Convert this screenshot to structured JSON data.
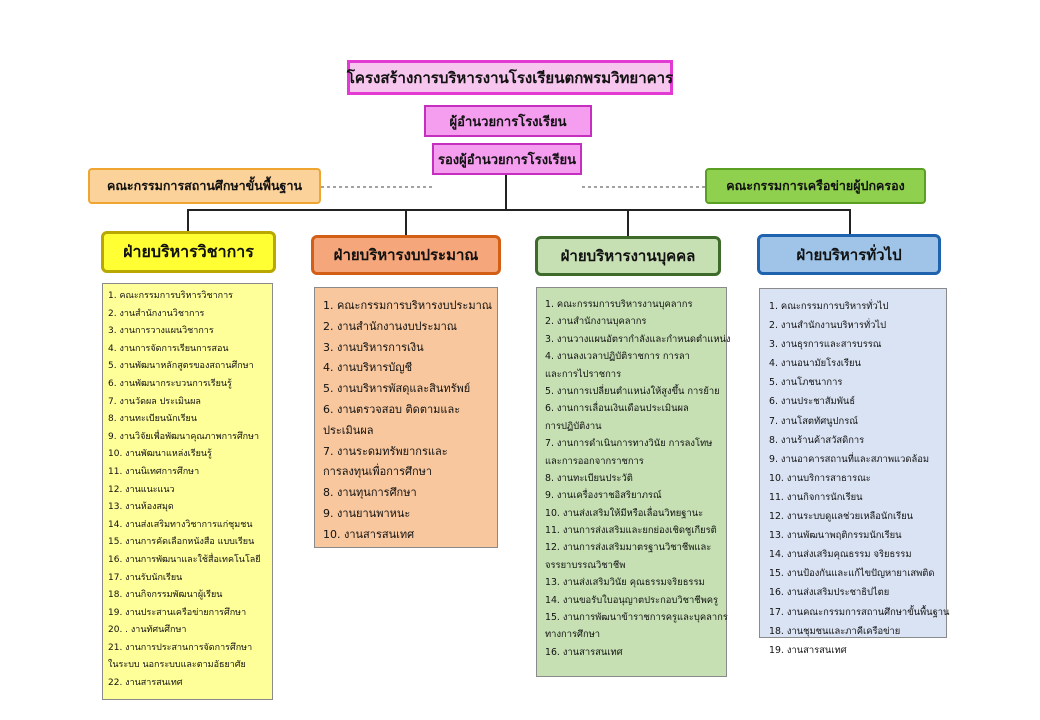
{
  "title": "โครงสร้างการบริหารงานโรงเรียนตกพรมวิทยาคาร",
  "director": "ผู้อำนวยการโรงเรียน",
  "deputy": "รองผู้อำนวยการโรงเรียน",
  "board_left": "คณะกรรมการสถานศึกษาขั้นพื้นฐาน",
  "board_right": "คณะกรรมการเครือข่ายผู้ปกครอง",
  "departments": [
    {
      "name": "ฝ่ายบริหารวิชาการ",
      "items": [
        "1. คณะกรรมการบริหารวิชาการ",
        "2. งานสำนักงานวิชาการ",
        "3. งานการวางแผนวิชาการ",
        "4. งานการจัดการเรียนการสอน",
        "5. งานพัฒนาหลักสูตรของสถานศึกษา",
        "6. งานพัฒนากระบวนการเรียนรู้",
        "7. งานวัดผล ประเมินผล",
        "8. งานทะเบียนนักเรียน",
        "9. งานวิจัยเพื่อพัฒนาคุณภาพการศึกษา",
        "10. งานพัฒนาแหล่งเรียนรู้",
        "11. งานนิเทศการศึกษา",
        "12. งานแนะแนว",
        "13. งานห้องสมุด",
        "14. งานส่งเสริมทางวิชาการแก่ชุมชน",
        "15. งานการคัดเลือกหนังสือ แบบเรียน",
        "16. งานการพัฒนาและใช้สื่อเทคโนโลยี",
        "17. งานรับนักเรียน",
        "18. งานกิจกรรมพัฒนาผู้เรียน",
        "19. งานประสานเครือข่ายการศึกษา",
        "20. . งานทัศนศึกษา",
        "21. งานการประสานการจัดการศึกษา",
        "ในระบบ นอกระบบและตามอัธยาศัย",
        "22. งานสารสนเทศ"
      ]
    },
    {
      "name": "ฝ่ายบริหารงบประมาณ",
      "items": [
        "1. คณะกรรมการบริหารงบประมาณ",
        "2. งานสำนักงานงบประมาณ",
        "3. งานบริหารการเงิน",
        "4.  งานบริหารบัญชี",
        "5. งานบริหารพัสดุและสินทรัพย์",
        "6. งานตรวจสอบ ติดตามและ",
        "   ประเมินผล",
        "7.  งานระดมทรัพยากรและ",
        "   การลงทุนเพื่อการศึกษา",
        "8. งานทุนการศึกษา",
        "9. งานยานพาหนะ",
        "10. งานสารสนเทศ"
      ]
    },
    {
      "name": "ฝ่ายบริหารงานบุคคล",
      "items": [
        "1. คณะกรรมการบริหารงานบุคลากร",
        "2. งานสำนักงานบุคลากร",
        "3. งานวางแผนอัตรากำลังและกำหนดตำแหน่ง",
        "4. งานลงเวลาปฏิบัติราชการ การลา",
        "   และการไปราชการ",
        "5. งานการเปลี่ยนตำแหน่งให้สูงขึ้น การย้าย",
        "6. งานการเลื่อนเงินเดือนประเมินผล",
        "   การปฏิบัติงาน",
        "7. งานการดำเนินการทางวินัย การลงโทษ",
        "   และการออกจากราชการ",
        "8. งานทะเบียนประวัติ",
        "9. งานเครื่องราชอิสริยาภรณ์",
        "10. งานส่งเสริมให้มีหรือเลื่อนวิทยฐานะ",
        "11. งานการส่งเสริมและยกย่องเชิดชูเกียรติ",
        "12. งานการส่งเสริมมาตรฐานวิชาชีพและ",
        "   จรรยาบรรณวิชาชีพ",
        "13. งานส่งเสริมวินัย คุณธรรมจริยธรรม",
        "14. งานขอรับใบอนุญาตประกอบวิชาชีพครู",
        "15. งานการพัฒนาข้าราชการครูและบุคลากร",
        "   ทางการศึกษา",
        "16. งานสารสนเทศ"
      ]
    },
    {
      "name": "ฝ่ายบริหารทั่วไป",
      "items": [
        "1. คณะกรรมการบริหารทั่วไป",
        "2. งานสำนักงานบริหารทั่วไป",
        "3. งานธุรการและสารบรรณ",
        "4. งานอนามัยโรงเรียน",
        "5. งานโภชนาการ",
        "6. งานประชาสัมพันธ์",
        "7. งานโสตทัศนูปกรณ์",
        "8. งานร้านค้าสวัสดิการ",
        "9. งานอาคารสถานที่และสภาพแวดล้อม",
        "10. งานบริการสาธารณะ",
        "11. งานกิจการนักเรียน",
        "12. งานระบบดูแลช่วยเหลือนักเรียน",
        "13. งานพัฒนาพฤติกรรมนักเรียน",
        "14. งานส่งเสริมคุณธรรม จริยธรรม",
        "15. งานป้องกันและแก้ไขปัญหายาเสพติด",
        "16. งานส่งเสริมประชาธิปไตย",
        "17. งานคณะกรรมการสถานศึกษาขั้นพื้นฐาน",
        "18. งานชุมชนและภาคีเครือข่าย",
        "19. งานสารสนเทศ"
      ]
    }
  ]
}
